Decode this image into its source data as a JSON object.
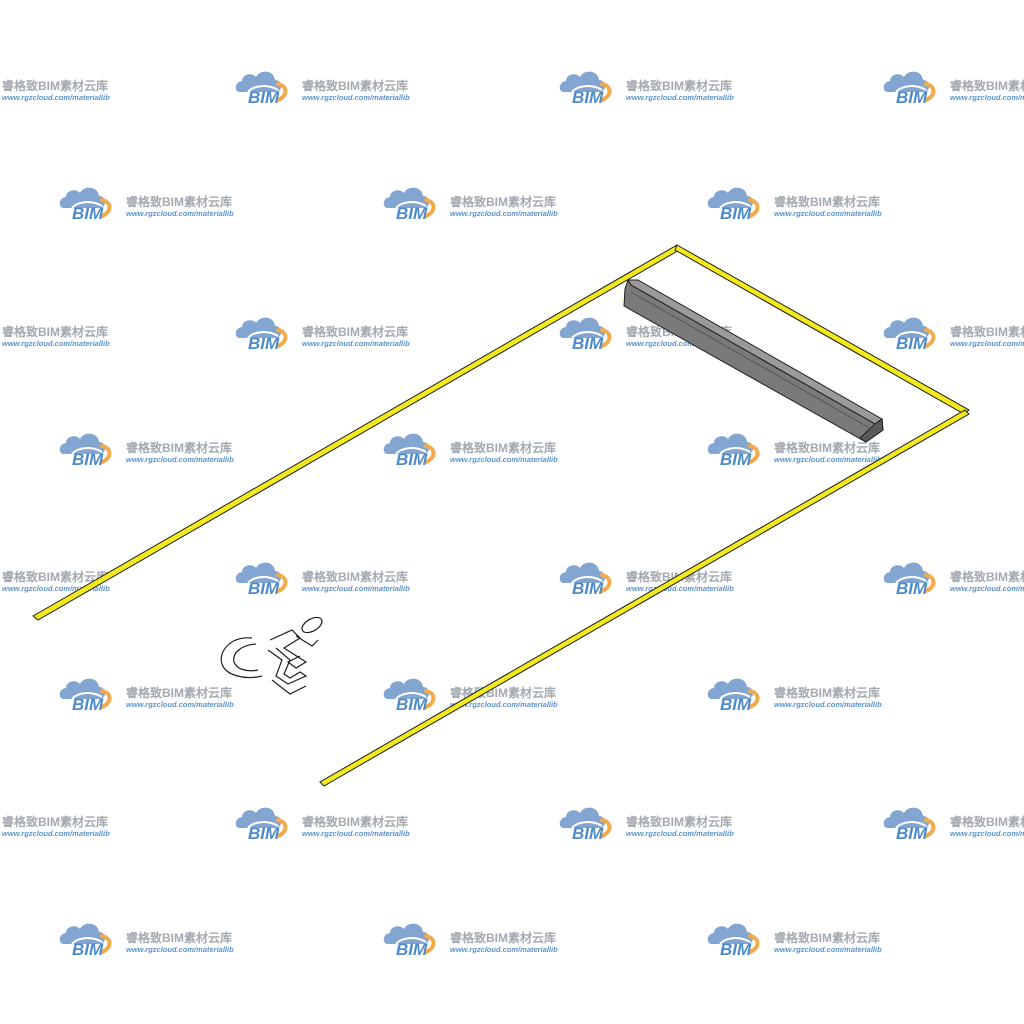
{
  "watermark": {
    "brand": "BIM",
    "title": "睿格致BIM素材云库",
    "url": "www.rgzcloud.com/materiallib",
    "colors": {
      "cloud": "#6f97c9",
      "swoosh": "#f0a23a",
      "text": "#9aa0a8",
      "url": "#4a88c8"
    }
  },
  "scene": {
    "stripe_color": "#f2ea1c",
    "outline_color": "#1e1e1e",
    "wheel_stop_color": "#7a7a7a",
    "symbol": "wheelchair-icon"
  }
}
